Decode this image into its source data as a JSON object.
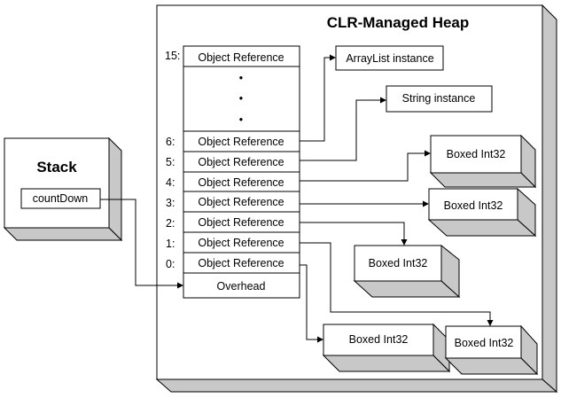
{
  "heap": {
    "title": "CLR-Managed Heap"
  },
  "stack": {
    "title": "Stack",
    "variable": "countDown"
  },
  "array": {
    "rows": [
      {
        "index": "15:",
        "label": "Object Reference"
      },
      {
        "index": "6:",
        "label": "Object Reference"
      },
      {
        "index": "5:",
        "label": "Object Reference"
      },
      {
        "index": "4:",
        "label": "Object Reference"
      },
      {
        "index": "3:",
        "label": "Object Reference"
      },
      {
        "index": "2:",
        "label": "Object Reference"
      },
      {
        "index": "1:",
        "label": "Object Reference"
      },
      {
        "index": "0:",
        "label": "Object Reference"
      }
    ],
    "ellipsis": [
      "•",
      "•",
      "•"
    ],
    "overhead": "Overhead"
  },
  "objects": {
    "arraylist": "ArrayList instance",
    "string": "String instance",
    "boxed": [
      "Boxed Int32",
      "Boxed Int32",
      "Boxed Int32",
      "Boxed Int32",
      "Boxed Int32"
    ]
  }
}
